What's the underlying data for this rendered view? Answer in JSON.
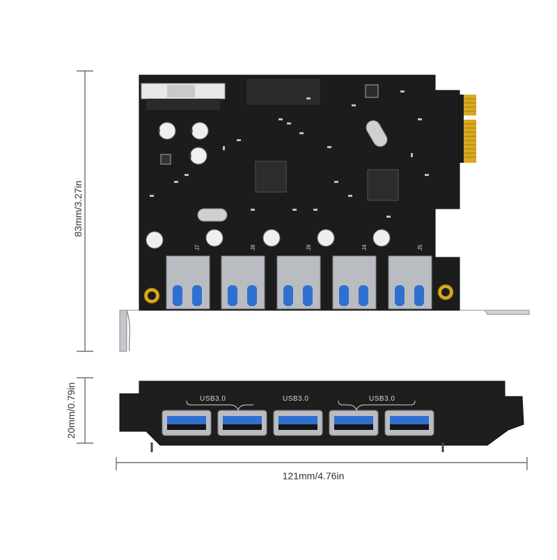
{
  "dimensions": {
    "height": "83mm/3.27in",
    "bracket_height": "20mm/0.79in",
    "width": "121mm/4.76in"
  },
  "bracket": {
    "port_group_labels": [
      "USB3.0",
      "USB3.0",
      "USB3.0"
    ],
    "port_count": 5
  },
  "board": {
    "port_ids": [
      "J7",
      "J8",
      "J9",
      "J4",
      "J5"
    ],
    "usb_port_count": 5
  },
  "colors": {
    "pcb": "#1c1c1c",
    "gold_contacts": "#d9a81e",
    "usb_blue": "#2f6fd0",
    "metal": "#b9bcc0",
    "bracket": "#1e1e1e"
  }
}
